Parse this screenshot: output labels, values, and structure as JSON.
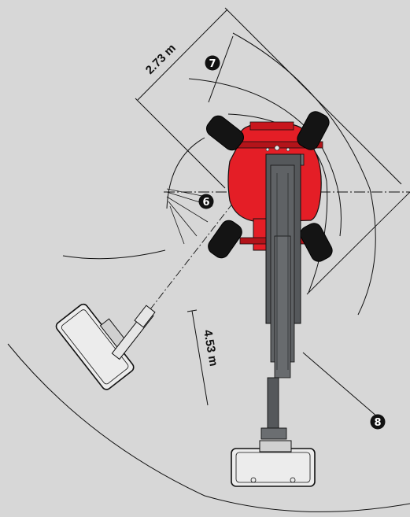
{
  "dimensions": {
    "outer_offset": "2.73 m",
    "jib_radius": "4.53 m"
  },
  "markers": {
    "m6": "6",
    "m7": "7",
    "m8": "8"
  },
  "colors": {
    "background": "#d7d7d7",
    "chassis": "#e41e26",
    "boom": "#55585b",
    "wheel": "#141414",
    "outline": "#111111"
  }
}
